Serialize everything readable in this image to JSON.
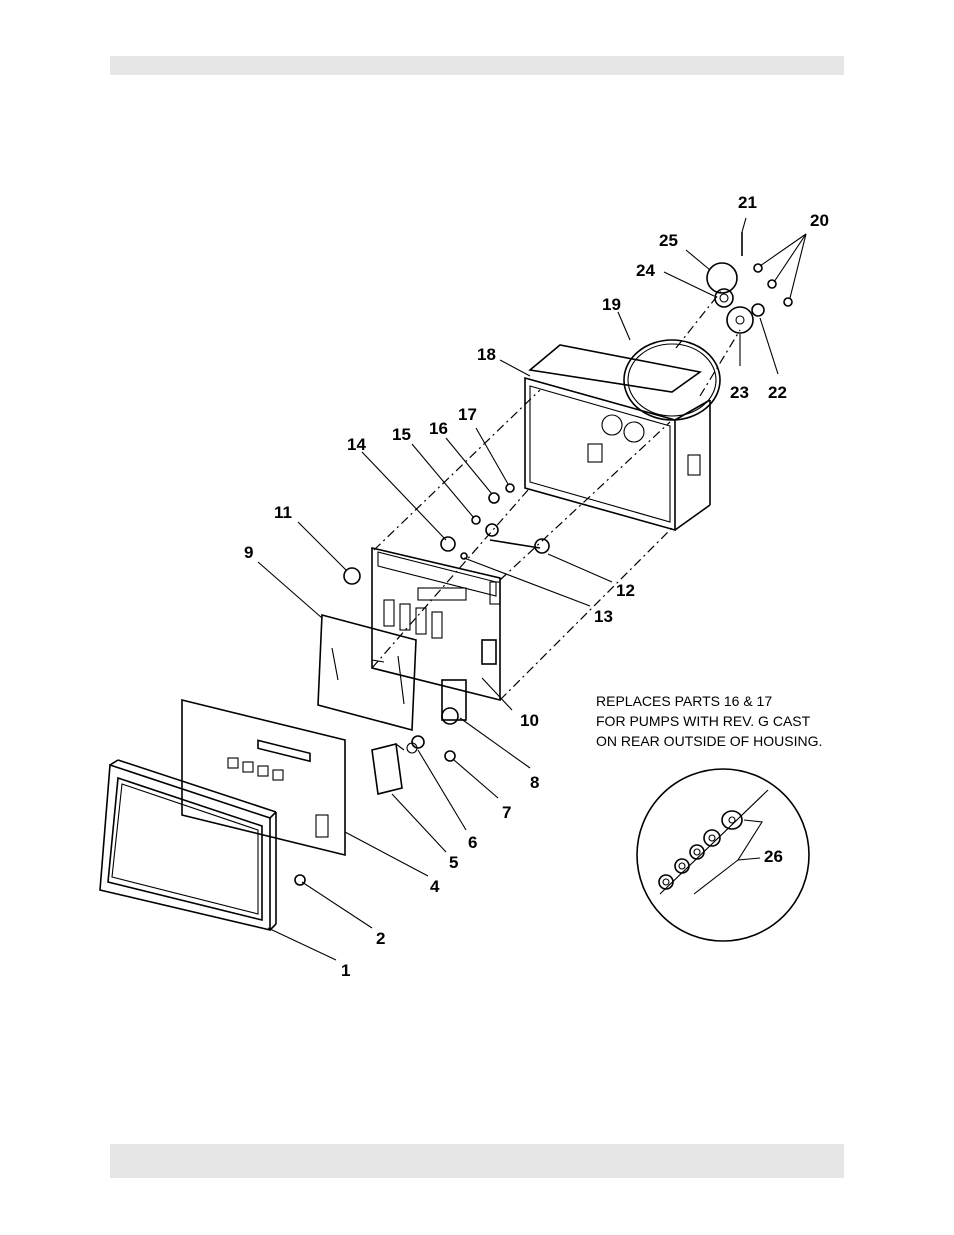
{
  "header": {
    "text": ""
  },
  "footer": {
    "text": ""
  },
  "callouts": {
    "c1": "1",
    "c2": "2",
    "c4": "4",
    "c5": "5",
    "c6": "6",
    "c7": "7",
    "c8": "8",
    "c9": "9",
    "c10": "10",
    "c11": "11",
    "c12": "12",
    "c13": "13",
    "c14": "14",
    "c15": "15",
    "c16": "16",
    "c17": "17",
    "c18": "18",
    "c19": "19",
    "c20": "20",
    "c21": "21",
    "c22": "22",
    "c23": "23",
    "c24": "24",
    "c25": "25",
    "c26": "26"
  },
  "note": {
    "line1": "REPLACES PARTS 16 & 17",
    "line2": "FOR PUMPS WITH REV. G CAST",
    "line3": "ON REAR OUTSIDE OF HOUSING."
  }
}
